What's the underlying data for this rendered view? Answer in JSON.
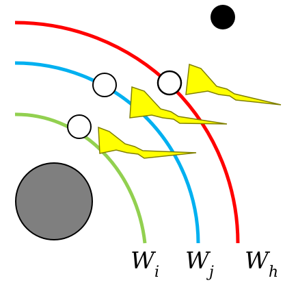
{
  "orbits": [
    {
      "id": "i",
      "color": "#92d050"
    },
    {
      "id": "j",
      "color": "#00b0f0"
    },
    {
      "id": "h",
      "color": "#ff0000"
    }
  ],
  "labels": {
    "w_i": {
      "base": "W",
      "sub": "i"
    },
    "w_j": {
      "base": "W",
      "sub": "j"
    },
    "w_h": {
      "base": "W",
      "sub": "h"
    }
  },
  "colors": {
    "nucleus_fill": "#7f7f7f",
    "electron_outline": "#000000",
    "electron_fill": "#ffffff",
    "photon_fill": "#ffff00",
    "photon_stroke": "#7f7f00",
    "ion_fill": "#000000"
  },
  "icons": {
    "photon": "lightning-bolt-icon",
    "electron": "open-circle-icon",
    "nucleus": "filled-circle-icon"
  }
}
